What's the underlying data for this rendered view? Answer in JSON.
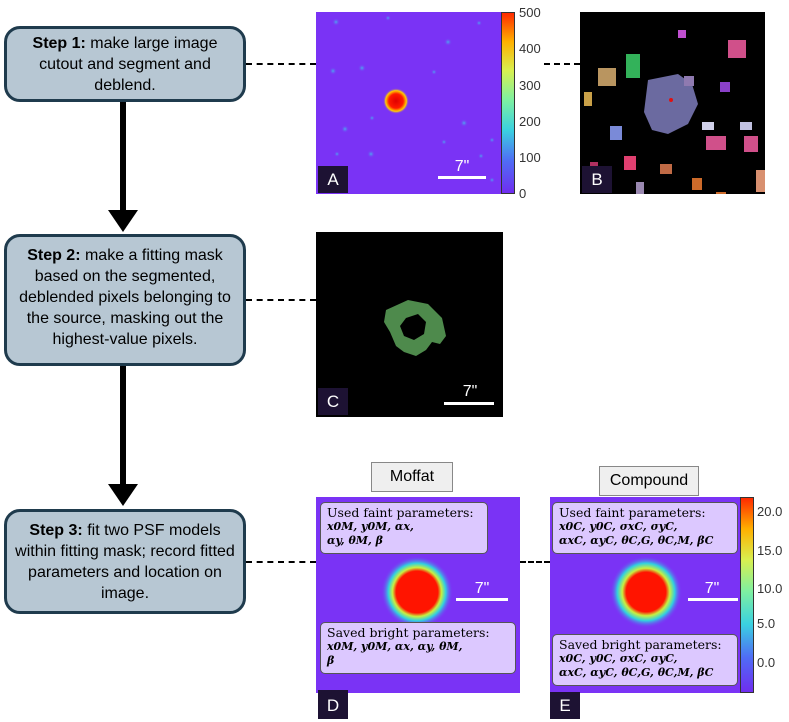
{
  "steps": [
    {
      "bold": "Step 1:",
      "text": " make large image cutout and segment and deblend."
    },
    {
      "bold": "Step 2:",
      "text": " make a fitting mask based on the segmented, deblended pixels belonging to the source, masking out the highest-value pixels."
    },
    {
      "bold": "Step 3:",
      "text": " fit two PSF models within fitting mask; record fitted parameters and location on image."
    }
  ],
  "panels": {
    "A": {
      "letter": "A",
      "scale": "7\""
    },
    "B": {
      "letter": "B"
    },
    "C": {
      "letter": "C",
      "scale": "7\""
    },
    "D": {
      "letter": "D",
      "scale": "7\""
    },
    "E": {
      "letter": "E",
      "scale": "7\""
    }
  },
  "colorbar_top": {
    "ticks": [
      "500",
      "400",
      "300",
      "200",
      "100",
      "0"
    ]
  },
  "colorbar_bottom": {
    "ticks": [
      "20.0",
      "15.0",
      "10.0",
      "5.0",
      "0.0"
    ]
  },
  "models": {
    "moffat": {
      "title": "Moffat",
      "faint_header": "Used faint parameters:",
      "faint_line1": "x0M, y0M, αx,",
      "faint_line2": "αy, θM, β",
      "bright_header": "Saved bright parameters:",
      "bright_line1": "x0M, y0M, αx, αy, θM,",
      "bright_line2": "β"
    },
    "compound": {
      "title": "Compound",
      "faint_header": "Used faint parameters:",
      "faint_line1": "x0C, y0C, σxC, σyC,",
      "faint_line2": "αxC, αyC, θC,G, θC,M, βC",
      "bright_header": "Saved bright parameters:",
      "bright_line1": "x0C, y0C, σxC, σyC,",
      "bright_line2": "αxC, αyC, θC,G, θC,M, βC"
    }
  },
  "colors": {
    "background_violet": "#7a33f5",
    "mask_green": "#4e8a4c",
    "step_fill": "#b7c7d3",
    "step_border": "#1f3b4d",
    "param_fill": "#dcc8ff"
  }
}
